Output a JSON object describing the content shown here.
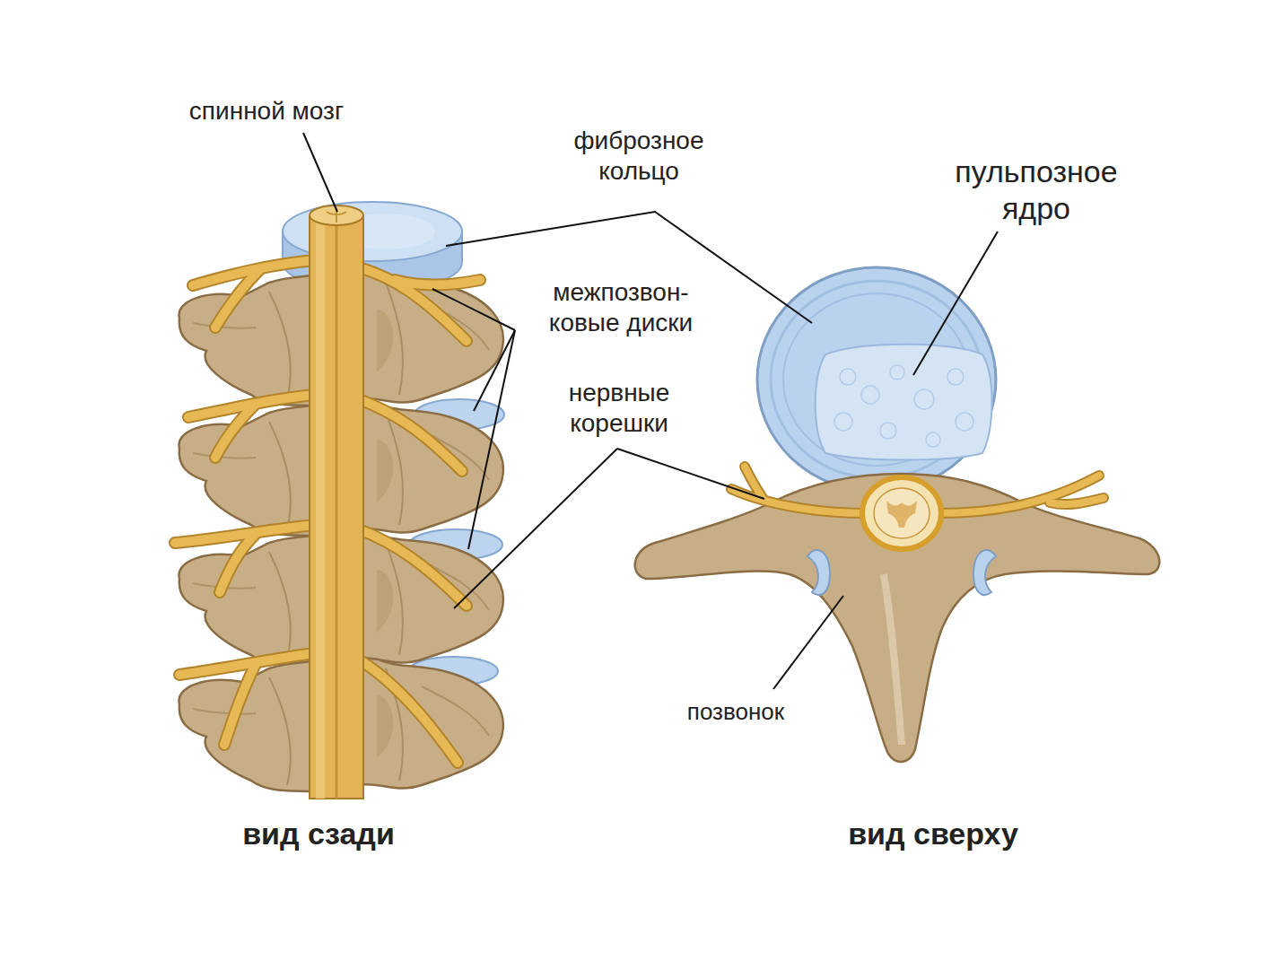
{
  "diagram": {
    "labels": [
      "спинной мозг",
      "фиброзное кольцо",
      "пульпозное ядро",
      "межпозвон- ковые диски",
      "нервные корешки",
      "позвонок",
      "вид сзади",
      "вид сверху"
    ]
  }
}
